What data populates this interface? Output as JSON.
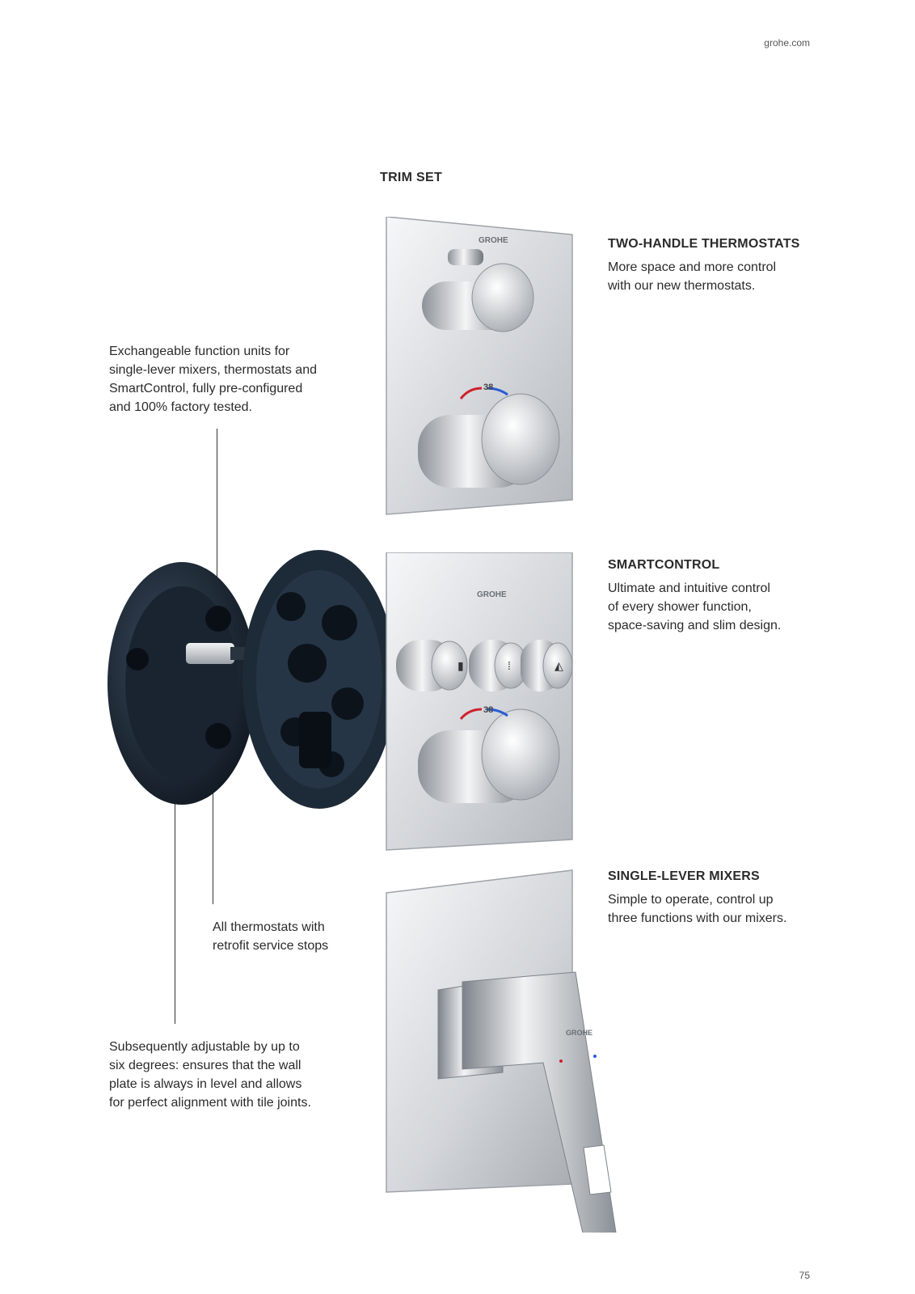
{
  "header": {
    "site": "grohe.com"
  },
  "section_title": "TRIM SET",
  "features": [
    {
      "title": "TWO-HANDLE THERMOSTATS",
      "body": "More space and more control\nwith our new thermostats."
    },
    {
      "title": "SMARTCONTROL",
      "body": "Ultimate and intuitive control\nof every shower function,\nspace-saving and slim design."
    },
    {
      "title": "SINGLE-LEVER MIXERS",
      "body": "Simple to operate, control up\nthree functions with our mixers."
    }
  ],
  "callouts": {
    "function_units": "Exchangeable function units for\nsingle-lever mixers, thermostats and\nSmartControl, fully pre-configured\nand 100% factory tested.",
    "service_stops": "All thermostats with\nretrofit service stops",
    "adjustable": "Subsequently adjustable by up to\nsix degrees: ensures that the wall\nplate is always in level and allows\nfor perfect alignment with tile joints."
  },
  "product_labels": {
    "brand": "GROHE",
    "temperature": "38"
  },
  "footer": {
    "page_number": "75"
  },
  "colors": {
    "text": "#2b2b2b",
    "hot": "#d0202a",
    "cold": "#2a5bd7",
    "chrome": "#c9ccd0",
    "body_dark": "#16202c"
  }
}
